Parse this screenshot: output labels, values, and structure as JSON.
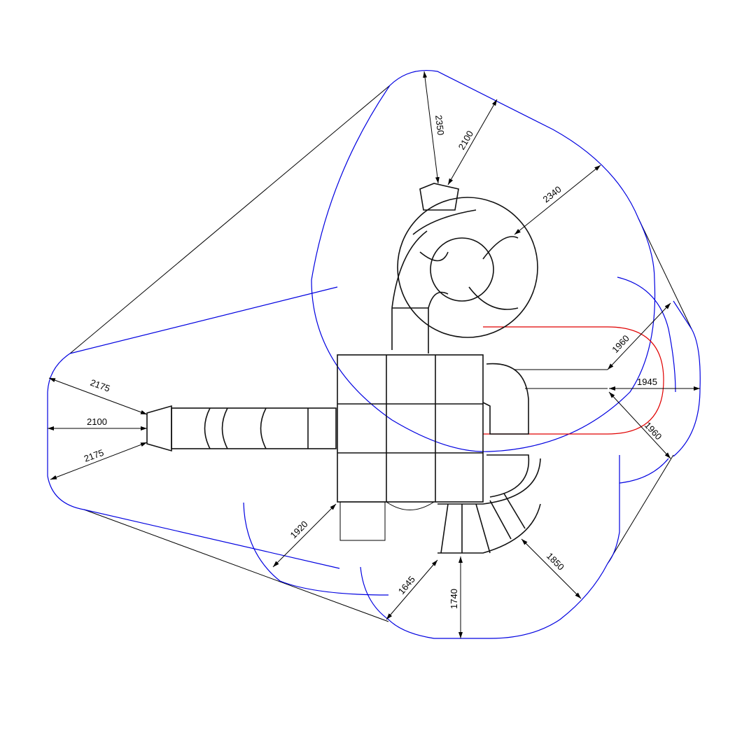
{
  "drawing": {
    "dimensions": {
      "top_left": "2350",
      "top_mid": "2100",
      "top_right": "2340",
      "right_upper": "1960",
      "right_mid": "1945",
      "right_lower": "1960",
      "bottom_right": "1850",
      "bottom_mid": "1740",
      "bottom_left": "1645",
      "left_lower": "1920",
      "left_upper": "2175",
      "left_mid": "2100",
      "left_bottom": "2175"
    },
    "colors": {
      "safety_zone": "#0000e0",
      "free_space": "#e00000",
      "equipment": "#111111"
    }
  }
}
